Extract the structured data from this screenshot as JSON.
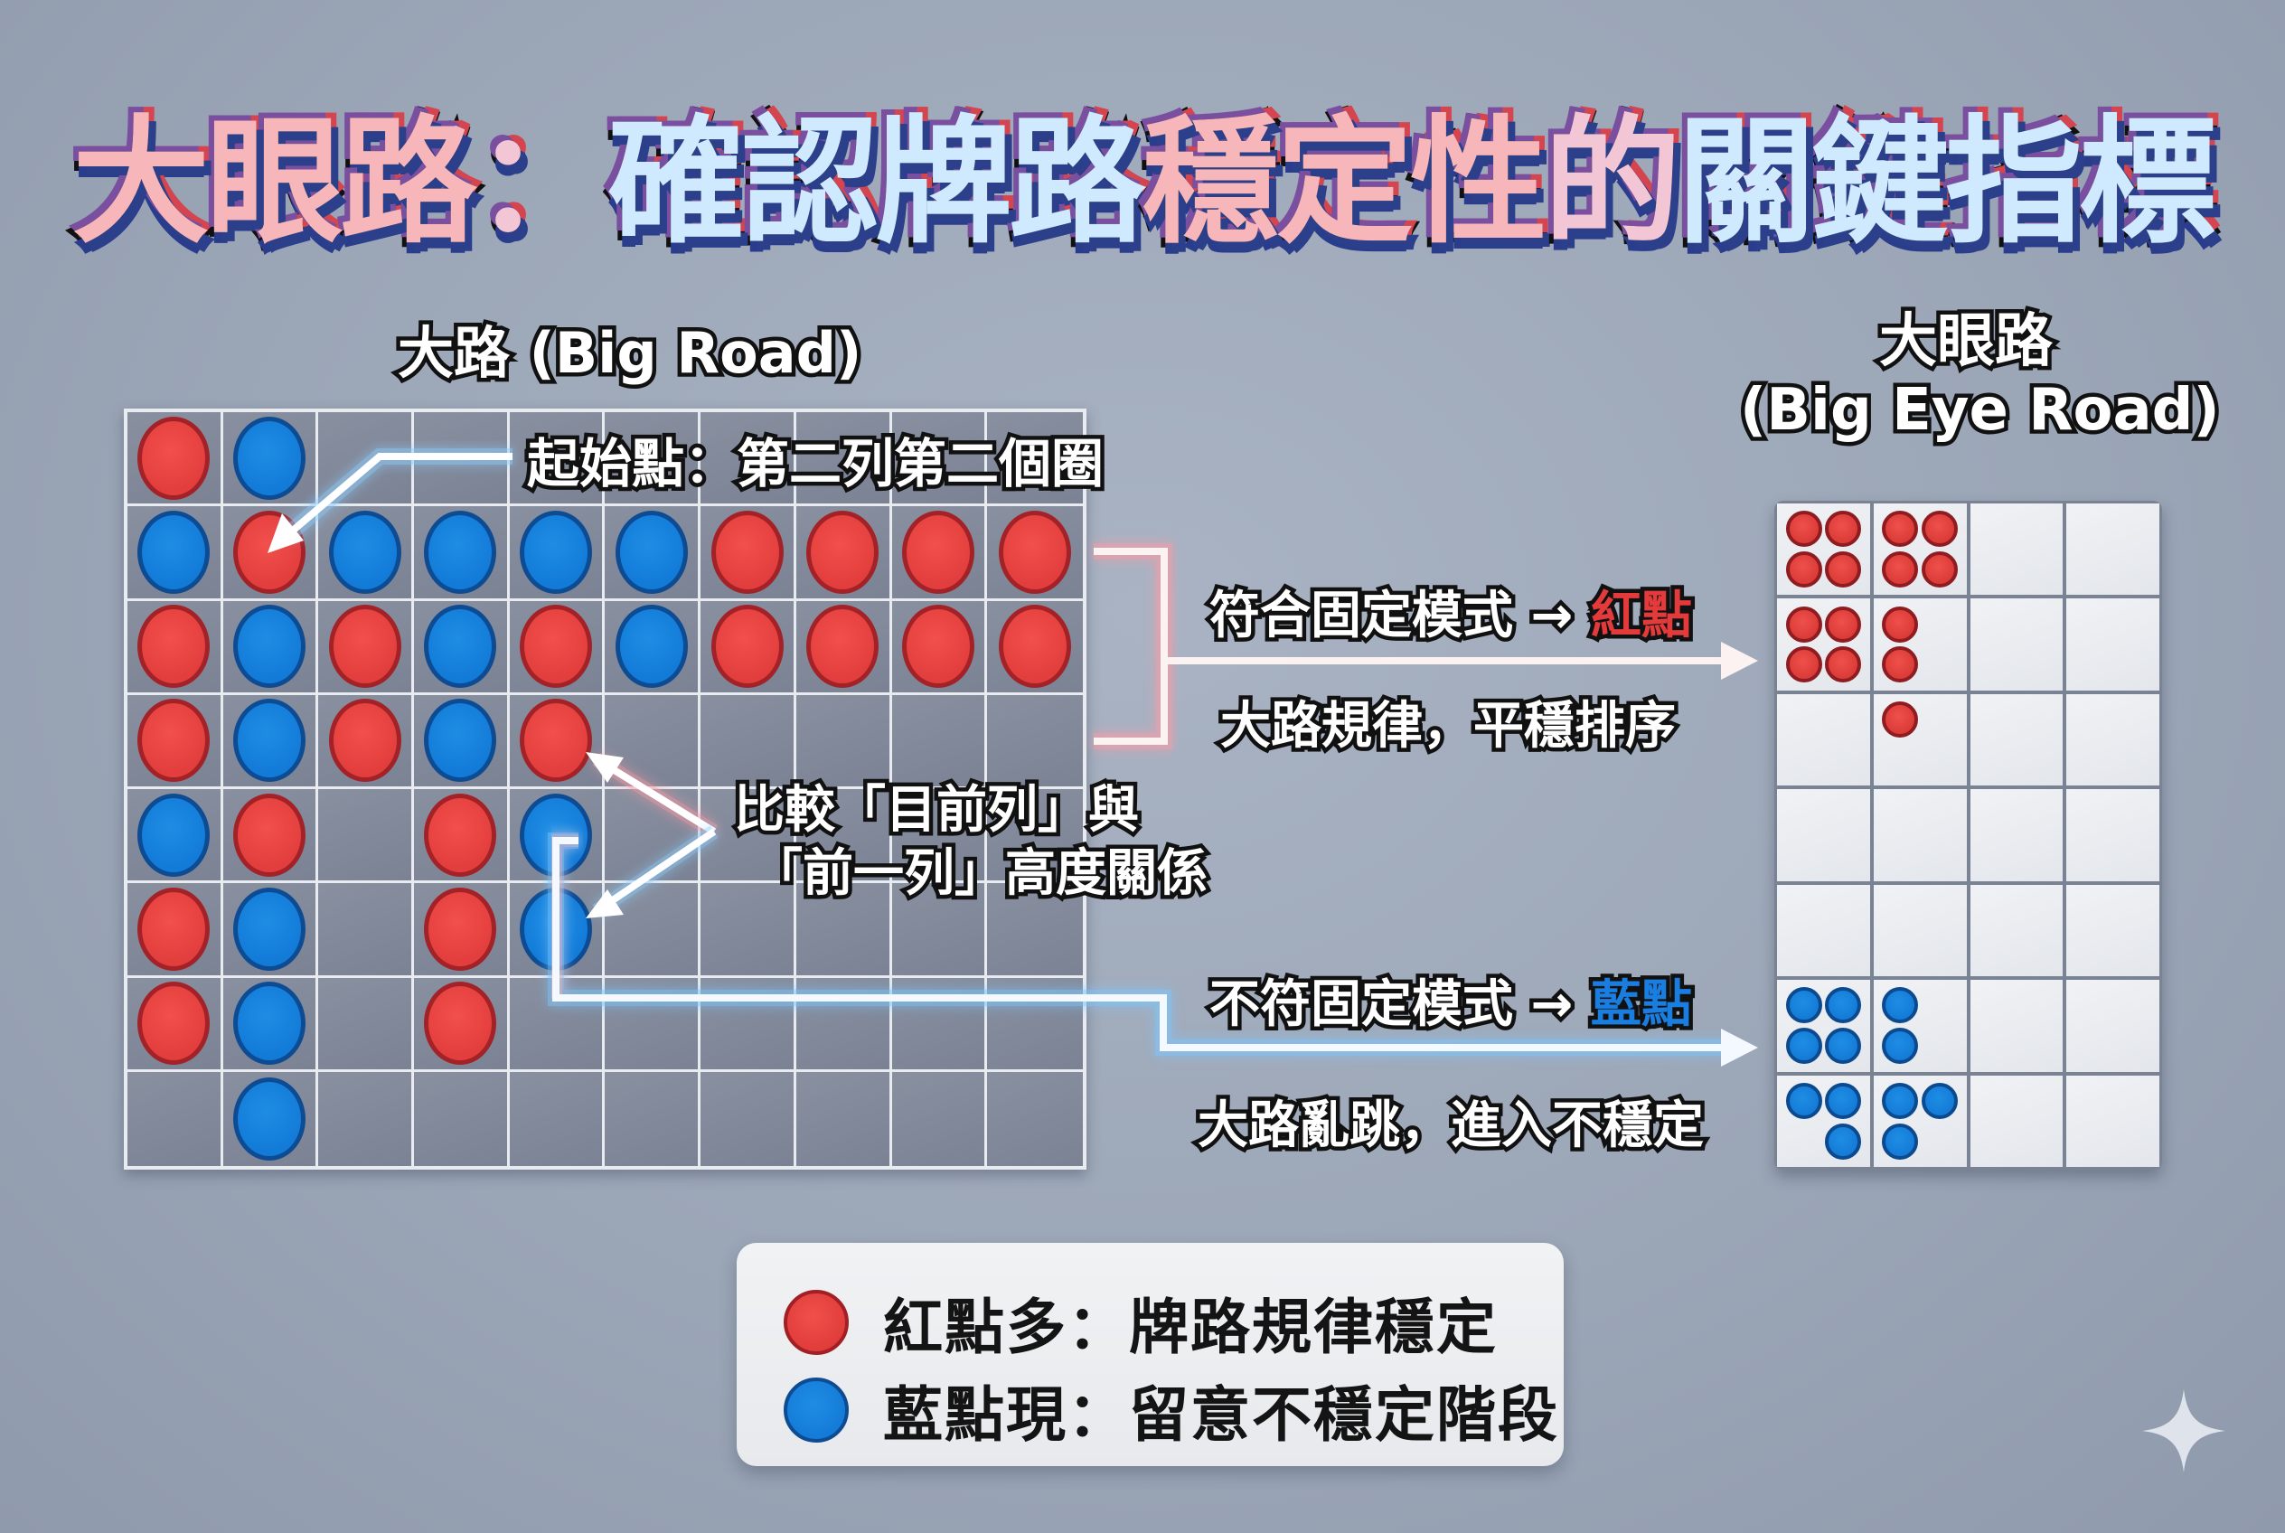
{
  "title": {
    "part1": "大眼路",
    "colon": "：",
    "part2": "確認牌路",
    "part3": "穩定性",
    "part4": "的",
    "part5": "關鍵指標"
  },
  "big_road": {
    "label": "大路 (Big Road)",
    "columns": 10,
    "rows": 8,
    "grid": [
      [
        "R",
        "B",
        "",
        "",
        "",
        "",
        "",
        "",
        "",
        ""
      ],
      [
        "B",
        "R",
        "B",
        "B",
        "B",
        "B",
        "R",
        "R",
        "R",
        "R"
      ],
      [
        "R",
        "B",
        "R",
        "B",
        "R",
        "B",
        "R",
        "R",
        "R",
        "R"
      ],
      [
        "R",
        "B",
        "R",
        "B",
        "R",
        "",
        "",
        "",
        "",
        ""
      ],
      [
        "B",
        "R",
        "",
        "R",
        "B",
        "",
        "",
        "",
        "",
        ""
      ],
      [
        "R",
        "B",
        "",
        "R",
        "B",
        "",
        "",
        "",
        "",
        ""
      ],
      [
        "R",
        "B",
        "",
        "R",
        "",
        "",
        "",
        "",
        "",
        ""
      ],
      [
        "",
        "B",
        "",
        "",
        "",
        "",
        "",
        "",
        "",
        ""
      ]
    ],
    "callout_start": "起始點：第二列第二個圈",
    "callout_compare_line1": "比較「目前列」與",
    "callout_compare_line2": "「前一列」高度關係"
  },
  "annotations": {
    "match_prefix": "符合固定模式 → ",
    "match_result": "紅點",
    "match_desc": "大路規律，平穩排序",
    "mismatch_prefix": "不符固定模式 → ",
    "mismatch_result": "藍點",
    "mismatch_desc": "大路亂跳，進入不穩定"
  },
  "big_eye_road": {
    "label_line1": "大眼路",
    "label_line2": "(Big Eye Road)",
    "columns": 4,
    "rows": 7,
    "cells": [
      [
        [
          "R",
          "R",
          "R",
          "R"
        ],
        [
          "R",
          "R",
          "R",
          "R"
        ],
        [
          "",
          "",
          "",
          ""
        ],
        [
          "",
          "",
          "",
          ""
        ]
      ],
      [
        [
          "R",
          "R",
          "R",
          "R"
        ],
        [
          "R",
          "",
          "R",
          ""
        ],
        [
          "",
          "",
          "",
          ""
        ],
        [
          "",
          "",
          "",
          ""
        ]
      ],
      [
        [
          "",
          "",
          "",
          ""
        ],
        [
          "R",
          "",
          "",
          ""
        ],
        [
          "",
          "",
          "",
          ""
        ],
        [
          "",
          "",
          "",
          ""
        ]
      ],
      [
        [
          "",
          "",
          "",
          ""
        ],
        [
          "",
          "",
          "",
          ""
        ],
        [
          "",
          "",
          "",
          ""
        ],
        [
          "",
          "",
          "",
          ""
        ]
      ],
      [
        [
          "",
          "",
          "",
          ""
        ],
        [
          "",
          "",
          "",
          ""
        ],
        [
          "",
          "",
          "",
          ""
        ],
        [
          "",
          "",
          "",
          ""
        ]
      ],
      [
        [
          "B",
          "B",
          "B",
          "B"
        ],
        [
          "B",
          "",
          "B",
          ""
        ],
        [
          "",
          "",
          "",
          ""
        ],
        [
          "",
          "",
          "",
          ""
        ]
      ],
      [
        [
          "B",
          "B",
          "",
          "B"
        ],
        [
          "B",
          "B",
          "B",
          ""
        ],
        [
          "",
          "",
          "",
          ""
        ],
        [
          "",
          "",
          "",
          ""
        ]
      ]
    ]
  },
  "legend": {
    "items": [
      {
        "color": "red",
        "icon": "red-dot-icon",
        "text": "紅點多：牌路規律穩定"
      },
      {
        "color": "blue",
        "icon": "blue-dot-icon",
        "text": "藍點現：留意不穩定階段"
      }
    ]
  },
  "colors": {
    "red": "#e23e3d",
    "blue": "#127bd8",
    "background": "#9aa5b6",
    "accent_red_text": "#e33b3b",
    "accent_blue_text": "#1a7ee0"
  },
  "watermark": {
    "icon": "sparkle-icon"
  }
}
